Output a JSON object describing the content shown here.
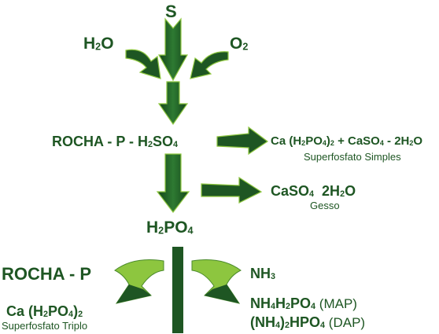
{
  "colors": {
    "dark_green": "#1e5623",
    "light_green": "#8dc63f",
    "background": "#ffffff"
  },
  "inputs": {
    "sulfur": {
      "symbol": "S"
    },
    "water": {
      "formula_h": "H",
      "formula_sub": "2",
      "formula_o": "O"
    },
    "oxygen": {
      "formula_o": "O",
      "formula_sub": "2"
    }
  },
  "reaction": {
    "rock_acid": {
      "part1": "ROCHA - P - H",
      "sub1": "2",
      "part2": "SO",
      "sub2": "4"
    }
  },
  "products": {
    "superfosfato_simples": {
      "p1": "Ca (H",
      "s1": "2",
      "p2": "PO",
      "s2": "4",
      "p3": ")",
      "s3": "2",
      "p4": " + CaSO",
      "s4": "4",
      "p5": " - 2H",
      "s5": "2",
      "p6": "O",
      "label": "Superfosfato Simples"
    },
    "gesso": {
      "p1": "CaSO",
      "s1": "4",
      "p2": "  2H",
      "s2": "2",
      "p3": "O",
      "label": "Gesso"
    },
    "phosphoric_acid": {
      "p1": "H",
      "s1": "2",
      "p2": "PO",
      "s2": "4"
    }
  },
  "branches": {
    "rock_left": {
      "label": "ROCHA - P"
    },
    "triplo": {
      "p1": "Ca (H",
      "s1": "2",
      "p2": "PO",
      "s2": "4",
      "p3": ")",
      "s3": "2",
      "label": "Superfosfato Triplo"
    },
    "ammonia": {
      "p1": "NH",
      "s1": "3"
    },
    "map": {
      "p1": "NH",
      "s1": "4",
      "p2": "H",
      "s2": "2",
      "p3": "PO",
      "s3": "4",
      "tag": " (MAP)"
    },
    "dap": {
      "p1": "(NH",
      "s1": "4",
      "p2": ")",
      "s2": "2",
      "p3": "HPO",
      "s3": "4",
      "tag": " (DAP)"
    }
  }
}
